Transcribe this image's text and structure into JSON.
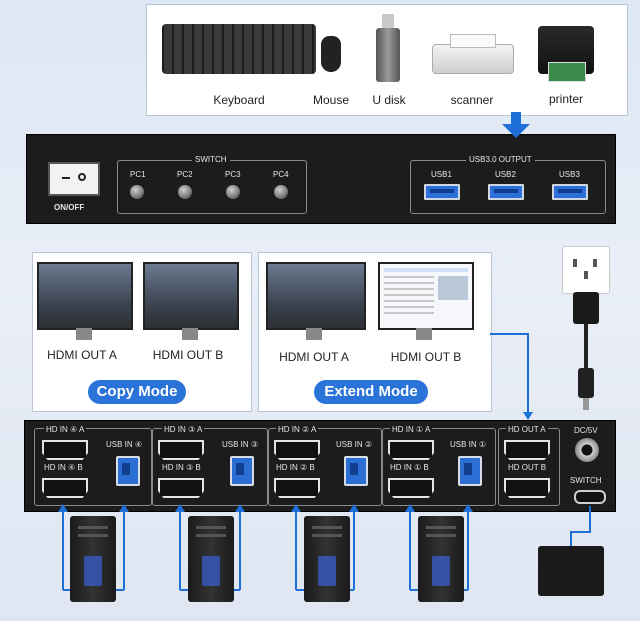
{
  "devices": [
    {
      "label": "Keyboard",
      "icon": "keyboard-icon"
    },
    {
      "label": "Mouse",
      "icon": "mouse-icon"
    },
    {
      "label": "U disk",
      "icon": "usb-drive-icon"
    },
    {
      "label": "scanner",
      "icon": "scanner-icon"
    },
    {
      "label": "printer",
      "icon": "printer-icon"
    }
  ],
  "top_panel": {
    "switch_label": "SWITCH",
    "onoff_label": "ON/OFF",
    "pc_buttons": [
      "PC1",
      "PC2",
      "PC3",
      "PC4"
    ],
    "usb_output_label": "USB3.0 OUTPUT",
    "usb_ports": [
      "USB1",
      "USB2",
      "USB3"
    ]
  },
  "modes": [
    {
      "name": "Copy Mode",
      "outputs": [
        "HDMI OUT A",
        "HDMI OUT B"
      ]
    },
    {
      "name": "Extend Mode",
      "outputs": [
        "HDMI OUT A",
        "HDMI OUT B"
      ]
    }
  ],
  "rear_panel": {
    "inputs": [
      {
        "hd_a": "HD IN ④ A",
        "hd_b": "HD IN ④ B",
        "usb": "USB IN ④"
      },
      {
        "hd_a": "HD IN ③ A",
        "hd_b": "HD IN ③ B",
        "usb": "USB IN ③"
      },
      {
        "hd_a": "HD IN ② A",
        "hd_b": "HD IN ② B",
        "usb": "USB IN ②"
      },
      {
        "hd_a": "HD IN ① A",
        "hd_b": "HD IN ① B",
        "usb": "USB IN ①"
      }
    ],
    "out_a": "HD OUT A",
    "out_b": "HD OUT B",
    "dc_label": "DC/5V",
    "switch_label": "SWITCH"
  },
  "colors": {
    "accent": "#2a73d8",
    "arrow": "#1f6fd9",
    "panel": "#1c1c1c"
  }
}
